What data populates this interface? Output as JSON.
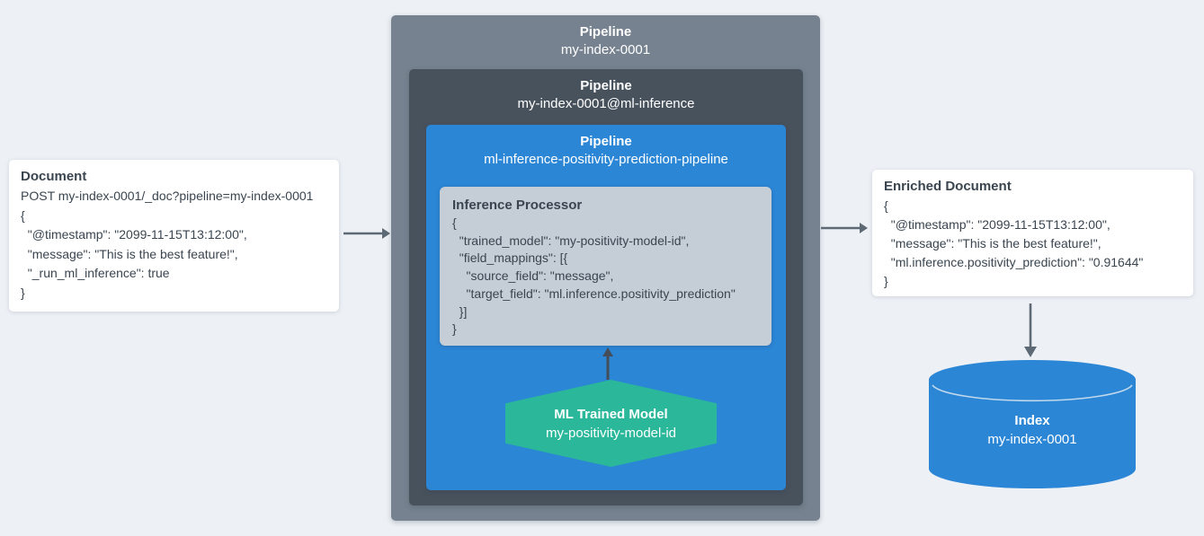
{
  "document_card": {
    "title": "Document",
    "lines": [
      "POST my-index-0001/_doc?pipeline=my-index-0001",
      "{",
      "  \"@timestamp\": \"2099-11-15T13:12:00\",",
      "  \"message\": \"This is the best feature!\",",
      "  \"_run_ml_inference\": true",
      "}"
    ]
  },
  "outer_pipeline": {
    "label": "Pipeline",
    "name": "my-index-0001"
  },
  "ml_pipeline": {
    "label": "Pipeline",
    "name": "my-index-0001@ml-inference"
  },
  "inference_pipeline": {
    "label": "Pipeline",
    "name": "ml-inference-positivity-prediction-pipeline"
  },
  "inference_processor": {
    "title": "Inference Processor",
    "lines": [
      "{",
      "  \"trained_model\": \"my-positivity-model-id\",",
      "  \"field_mappings\": [{",
      "    \"source_field\": \"message\",",
      "    \"target_field\": \"ml.inference.positivity_prediction\"",
      "  }]",
      "}"
    ]
  },
  "trained_model": {
    "title": "ML Trained Model",
    "name": "my-positivity-model-id"
  },
  "enriched_card": {
    "title": "Enriched Document",
    "lines": [
      "{",
      "  \"@timestamp\": \"2099-11-15T13:12:00\",",
      "  \"message\": \"This is the best feature!\",",
      "  \"ml.inference.positivity_prediction\": \"0.91644\"",
      "}"
    ]
  },
  "index": {
    "title": "Index",
    "name": "my-index-0001"
  },
  "icons": {
    "document_to_pipeline": "arrow-right-icon",
    "pipeline_to_enriched": "arrow-right-icon",
    "model_to_processor": "arrow-up-icon",
    "enriched_to_index": "arrow-down-icon",
    "index_shape": "database-cylinder",
    "model_shape": "hexagon"
  },
  "colors": {
    "background": "#edf1f6",
    "box_outer": "#76828f",
    "box_dark": "#47525d",
    "box_blue": "#2b86d6",
    "processor_bg": "#c5ced6",
    "model_teal": "#2ab79a",
    "card_bg": "#ffffff",
    "text_dark": "#3a4550",
    "text_light": "#ffffff",
    "arrow": "#5d6974",
    "arrow_dark": "#454e58"
  }
}
